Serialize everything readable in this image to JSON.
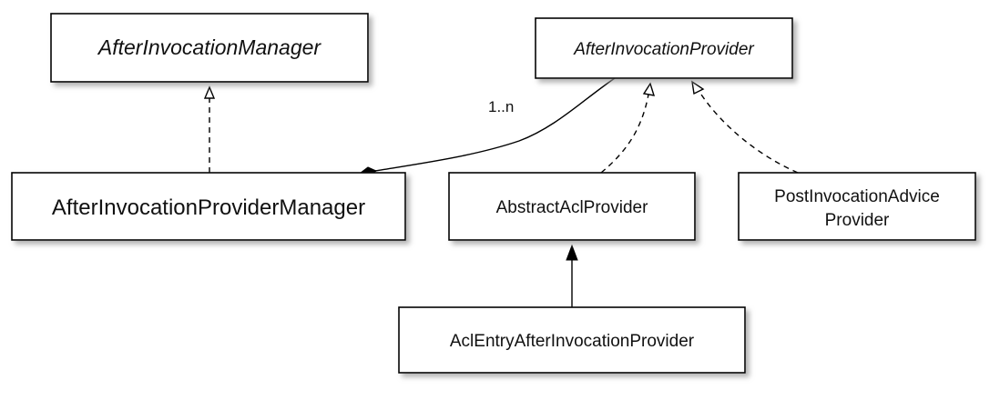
{
  "nodes": {
    "after_invocation_manager": {
      "label": "AfterInvocationManager"
    },
    "after_invocation_provider": {
      "label": "AfterInvocationProvider"
    },
    "after_invocation_provider_manager": {
      "label": "AfterInvocationProviderManager"
    },
    "abstract_acl_provider": {
      "label": "AbstractAclProvider"
    },
    "post_invocation_advice_provider": {
      "label_line1": "PostInvocationAdvice",
      "label_line2": "Provider"
    },
    "acl_entry_after_invocation_provider": {
      "label": "AclEntryAfterInvocationProvider"
    }
  },
  "edges": {
    "aggregation_multiplicity": "1..n"
  },
  "colors": {
    "line": "#000000",
    "box_fill": "#ffffff",
    "shadow": "#9a9a9a",
    "text": "#111111"
  }
}
